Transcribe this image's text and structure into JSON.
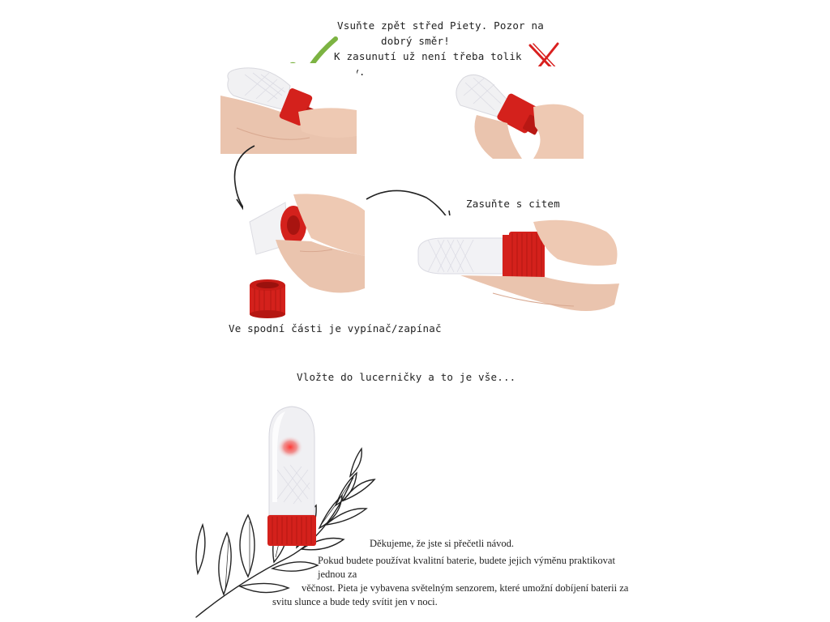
{
  "step1": {
    "lines": [
      "Vsuňte zpět střed Piety. Pozor na",
      "dobrý směr!",
      "K zasunutí už není třeba tolik síly."
    ]
  },
  "step2": {
    "caption": "Zasuňte s citem"
  },
  "step3": {
    "caption": "Ve spodní části je vypínač/zapínač"
  },
  "step4": {
    "caption": "Vložte do lucerničky a to je vše..."
  },
  "closing": {
    "thanks": "Děkujeme, že jste si přečetli návod.",
    "lines": [
      "Pokud budete používat kvalitní baterie, budete jejich výměnu praktikovat jednou za",
      "věčnost. Pieta je vybavena světelným senzorem, které umožní dobíjení baterii za",
      "svitu slunce a bude tedy svítit jen v noci."
    ]
  },
  "colors": {
    "accent_red": "#d4211c",
    "check_green": "#7cb342",
    "cross_red": "#d9201f",
    "skin": "#e9c2ab"
  }
}
